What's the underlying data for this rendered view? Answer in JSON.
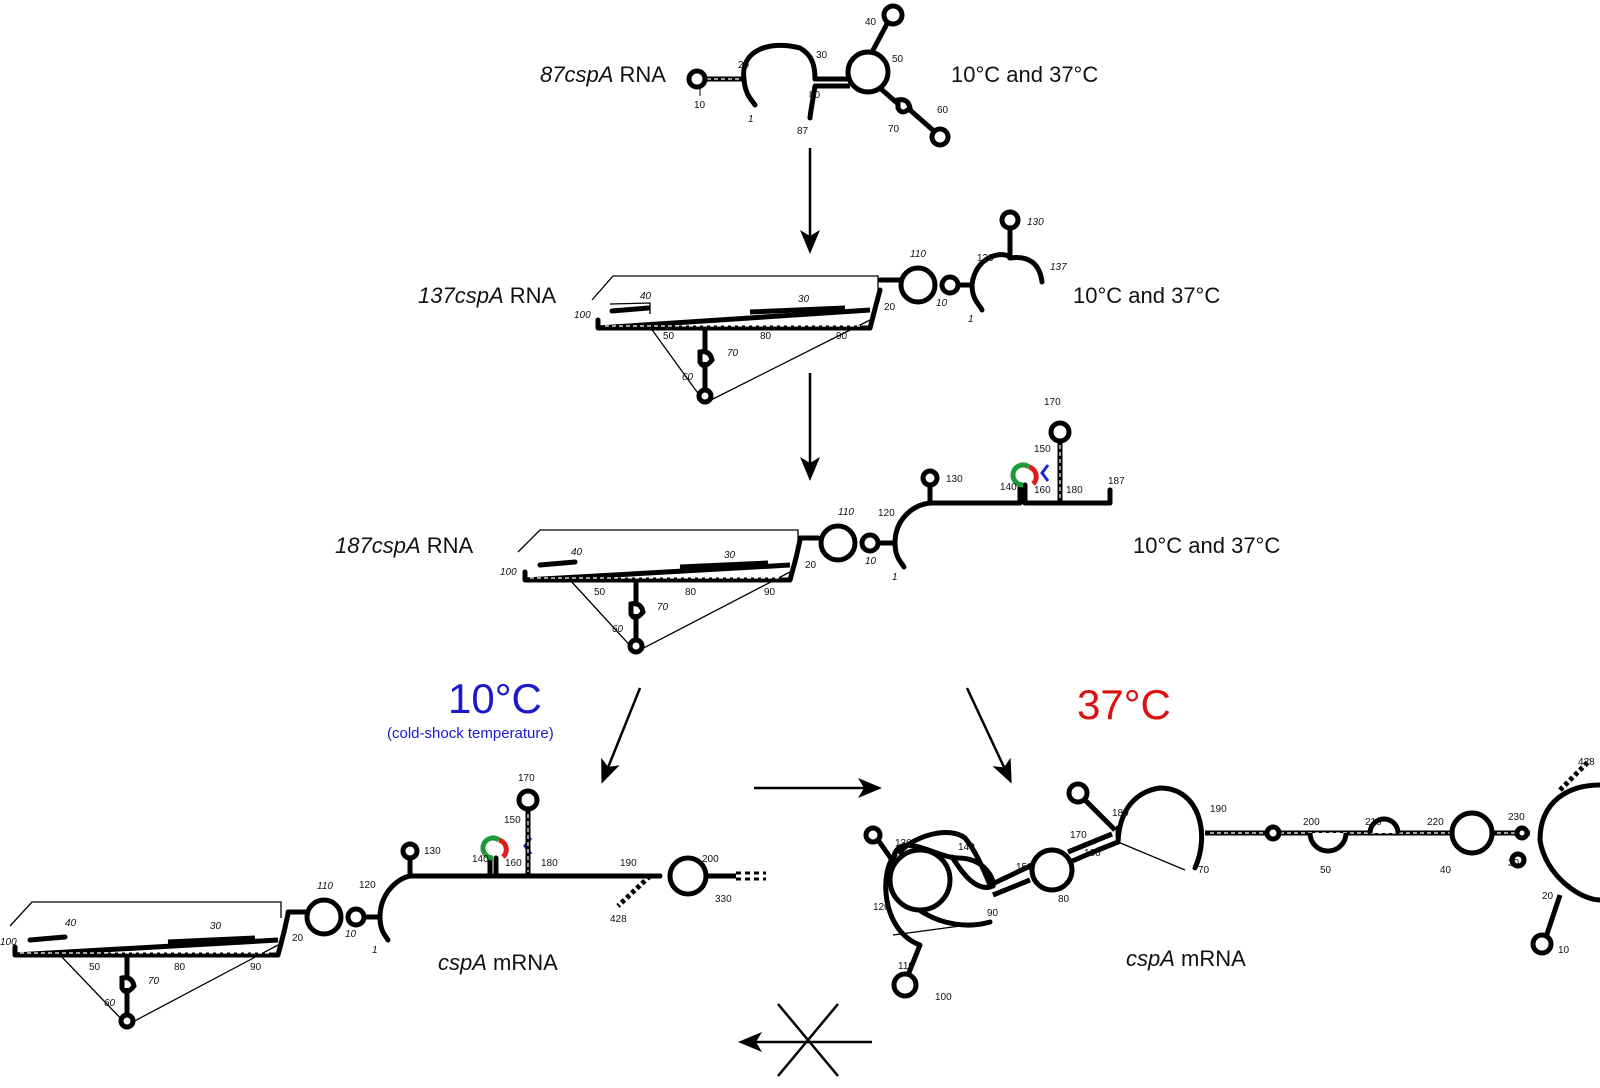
{
  "stages": {
    "rna87": {
      "name_italic": "87cspA",
      "name_rest": " RNA",
      "condition": "10°C and 37°C"
    },
    "rna137": {
      "name_italic": "137cspA",
      "name_rest": " RNA",
      "condition": "10°C and 37°C"
    },
    "rna187": {
      "name_italic": "187cspA",
      "name_rest": " RNA",
      "condition": "10°C and 37°C"
    },
    "mrna_cold": {
      "name_italic": "cspA",
      "name_rest": " mRNA"
    },
    "mrna_warm": {
      "name_italic": "cspA",
      "name_rest": " mRNA"
    }
  },
  "temperatures": {
    "cold": {
      "label": "10°C",
      "sublabel": "(cold-shock temperature)",
      "color": "#1a1acc"
    },
    "warm": {
      "label": "37°C",
      "color": "#dd1111"
    }
  },
  "colors": {
    "green": "#1f9a3a",
    "red": "#e01b1b",
    "blue": "#1a28d8"
  },
  "numbers": {
    "s87": [
      "20",
      "30",
      "40",
      "50",
      "10",
      "1",
      "87",
      "80",
      "60",
      "70"
    ],
    "s137": [
      "130",
      "110",
      "120",
      "137",
      "10",
      "1",
      "40",
      "30",
      "100",
      "50",
      "80",
      "90",
      "20",
      "70",
      "60"
    ],
    "s187": [
      "170",
      "150",
      "130",
      "140",
      "160",
      "180",
      "187",
      "110",
      "120",
      "10",
      "1",
      "40",
      "30",
      "100",
      "50",
      "80",
      "90",
      "20",
      "70",
      "60"
    ],
    "cold": [
      "170",
      "150",
      "130",
      "140",
      "160",
      "180",
      "190",
      "200",
      "330",
      "428",
      "110",
      "120",
      "10",
      "1",
      "40",
      "30",
      "100",
      "50",
      "80",
      "90",
      "20",
      "70",
      "60"
    ],
    "warm": [
      "428",
      "180",
      "190",
      "170",
      "160",
      "200",
      "210",
      "220",
      "230",
      "130",
      "140",
      "150",
      "80",
      "70",
      "50",
      "40",
      "30",
      "20",
      "10",
      "120",
      "90",
      "110",
      "100"
    ]
  }
}
